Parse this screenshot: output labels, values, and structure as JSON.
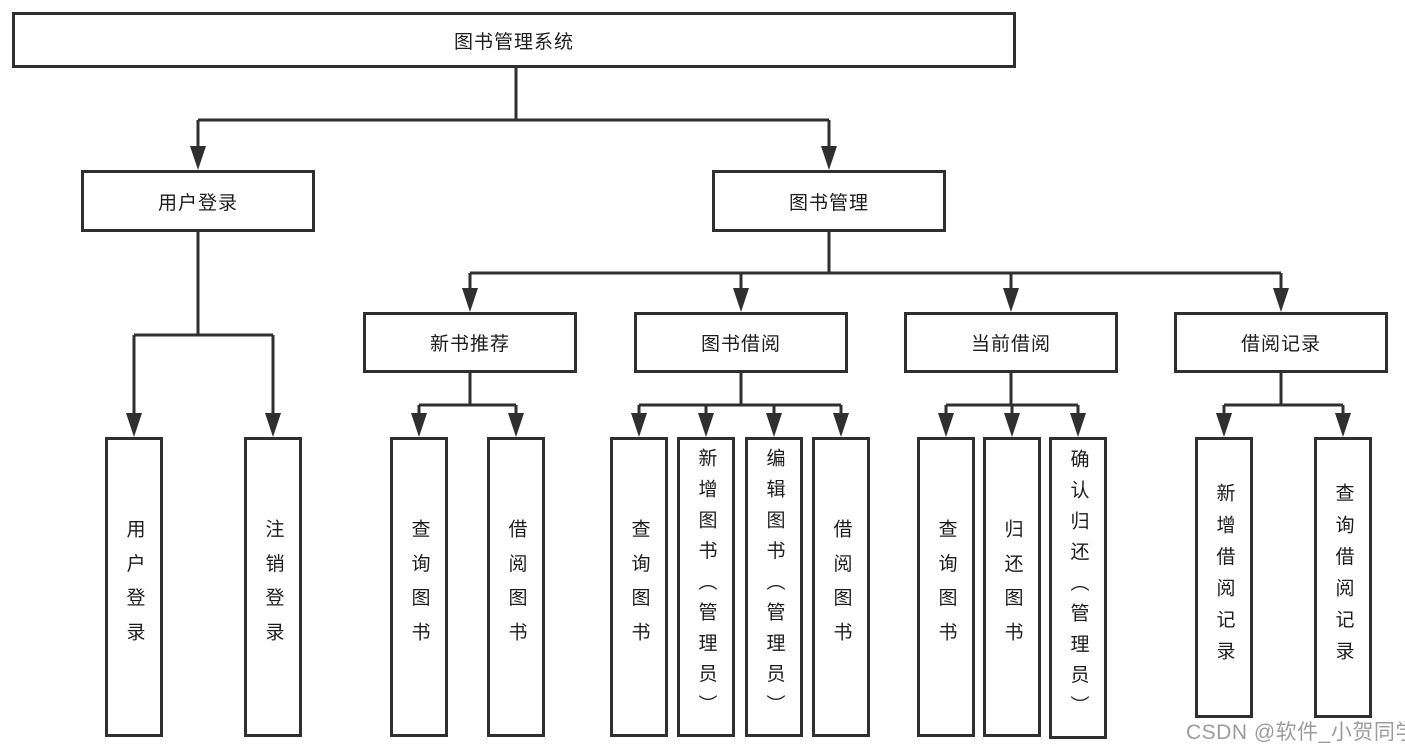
{
  "diagram": {
    "type": "hierarchy-tree",
    "tree": {
      "root": {
        "label": "图书管理系统"
      },
      "children": [
        {
          "label": "用户登录",
          "children": [
            {
              "label": "用户登录"
            },
            {
              "label": "注销登录"
            }
          ]
        },
        {
          "label": "图书管理",
          "children": [
            {
              "label": "新书推荐",
              "children": [
                {
                  "label": "查询图书"
                },
                {
                  "label": "借阅图书"
                }
              ]
            },
            {
              "label": "图书借阅",
              "children": [
                {
                  "label": "查询图书"
                },
                {
                  "label": "新增图书（管理员）"
                },
                {
                  "label": "编辑图书（管理员）"
                },
                {
                  "label": "借阅图书"
                }
              ]
            },
            {
              "label": "当前借阅",
              "children": [
                {
                  "label": "查询图书"
                },
                {
                  "label": "归还图书"
                },
                {
                  "label": "确认归还（管理员）"
                }
              ]
            },
            {
              "label": "借阅记录",
              "children": [
                {
                  "label": "新增借阅记录"
                },
                {
                  "label": "查询借阅记录"
                }
              ]
            }
          ]
        }
      ]
    },
    "colors": {
      "line": "#2f2f2f",
      "box_border": "#2f2f2f",
      "box_fill": "#ffffff",
      "text": "#1c1c1c",
      "background": "#ffffff",
      "watermark": "#9c9c9c"
    }
  },
  "watermark": {
    "text": "CSDN @软件_小贺同学"
  }
}
